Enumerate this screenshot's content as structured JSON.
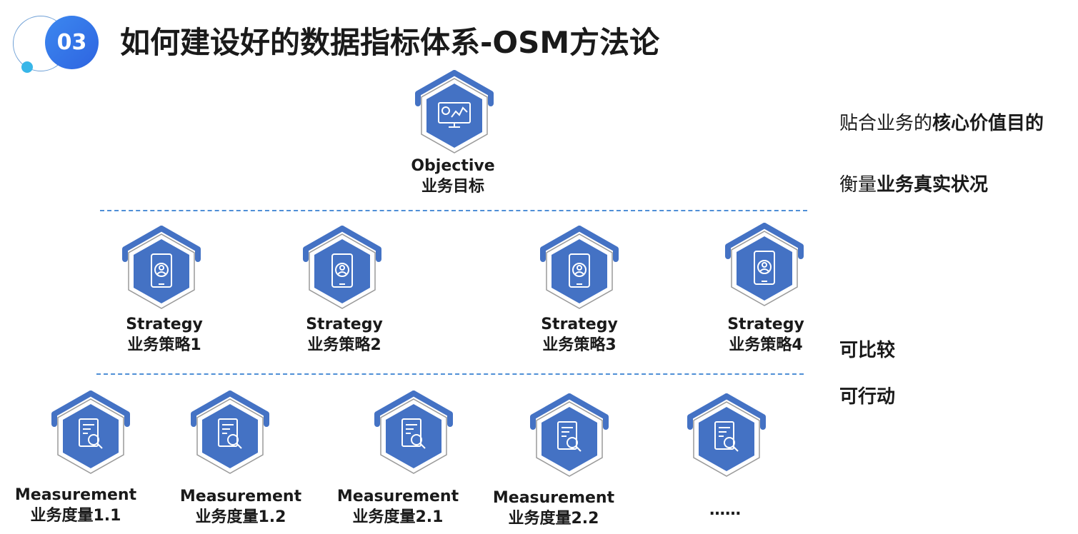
{
  "header": {
    "badge_number": "03",
    "title": "如何建设好的数据指标体系-OSM方法论"
  },
  "objective": {
    "label_en": "Objective",
    "label_zh": "业务目标",
    "icon": "monitor-chart-icon"
  },
  "strategies": [
    {
      "label_en": "Strategy",
      "label_zh": "业务策略1",
      "icon": "phone-user-icon"
    },
    {
      "label_en": "Strategy",
      "label_zh": "业务策略2",
      "icon": "phone-user-icon"
    },
    {
      "label_en": "Strategy",
      "label_zh": "业务策略3",
      "icon": "phone-user-icon"
    },
    {
      "label_en": "Strategy",
      "label_zh": "业务策略4",
      "icon": "phone-user-icon"
    }
  ],
  "measurements": [
    {
      "label_en": "Measurement",
      "label_zh": "业务度量1.1",
      "icon": "document-search-icon"
    },
    {
      "label_en": "Measurement",
      "label_zh": "业务度量1.2",
      "icon": "document-search-icon"
    },
    {
      "label_en": "Measurement",
      "label_zh": "业务度量2.1",
      "icon": "document-search-icon"
    },
    {
      "label_en": "Measurement",
      "label_zh": "业务度量2.2",
      "icon": "document-search-icon"
    },
    {
      "label_en": "",
      "label_zh": "……",
      "icon": "document-search-icon"
    }
  ],
  "notes": {
    "objective_line1_plain": "贴合业务的",
    "objective_line1_bold": "核心价值目的",
    "objective_line2_plain": "衡量",
    "objective_line2_bold": "业务真实状况",
    "comparable": "可比较",
    "actionable": "可行动"
  },
  "colors": {
    "hex_fill": "#4472c4",
    "hex_outline": "#4472c4",
    "badge": "#3478ec",
    "dashed_rule": "#4f8fd6"
  }
}
